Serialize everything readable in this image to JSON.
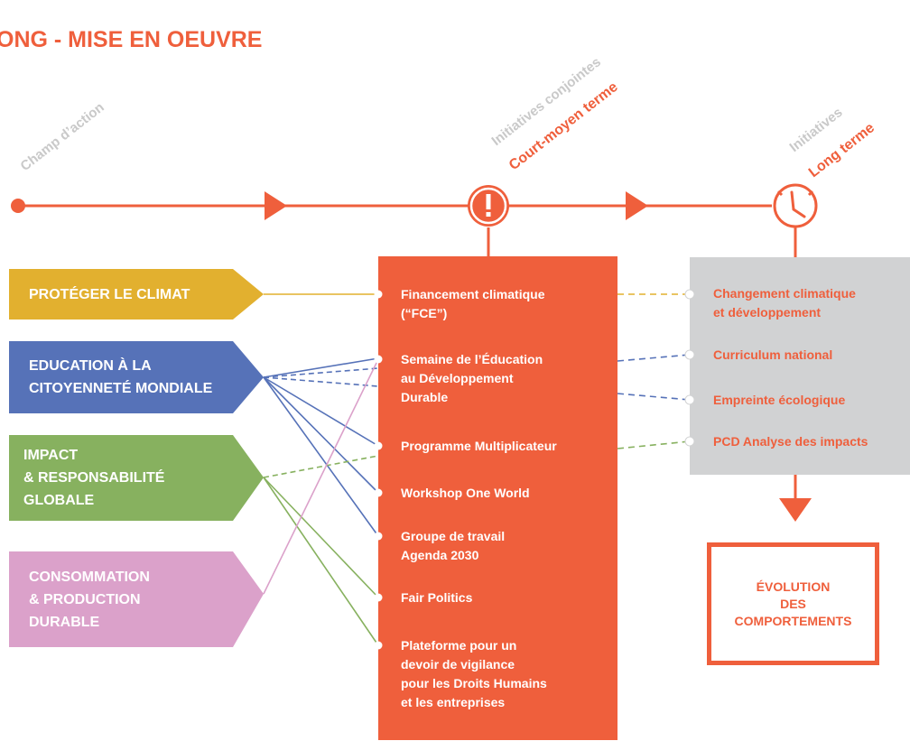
{
  "title": "ONG - MISE EN OEUVRE",
  "headers": {
    "champ": "Champ d’action",
    "conjointes_top": "Initiatives conjointes",
    "conjointes_accent": "Court-moyen terme",
    "long_top": "Initiatives",
    "long_accent": "Long terme"
  },
  "fields": [
    {
      "label": "PROTÉGER LE CLIMAT",
      "color": "#e2b02f"
    },
    {
      "label": "EDUCATION À LA\nCITOYENNETÉ MONDIALE",
      "color": "#5672b8"
    },
    {
      "label": "IMPACT\n& RESPONSABILITÉ\nGLOBALE",
      "color": "#87b15f"
    },
    {
      "label": "CONSOMMATION\n& PRODUCTION\nDURABLE",
      "color": "#dba1ca"
    }
  ],
  "initiatives": [
    "Financement climatique\n(“FCE”)",
    "Semaine de l’Éducation\nau Développement\nDurable",
    "Programme Multiplicateur",
    "Workshop One World",
    "Groupe de travail\nAgenda 2030",
    "Fair Politics",
    "Plateforme pour un\ndevoir de vigilance\npour les Droits Humains\net les entreprises"
  ],
  "long_term": [
    "Changement climatique\net développement",
    "Curriculum national",
    "Empreinte écologique",
    "PCD Analyse des impacts"
  ],
  "outcome": "ÉVOLUTION\nDES\nCOMPORTEMENTS",
  "icons": {
    "urgent": "!",
    "clock": "clock-icon"
  },
  "colors": {
    "accent": "#ef5f3c",
    "grey": "#d1d2d3"
  }
}
